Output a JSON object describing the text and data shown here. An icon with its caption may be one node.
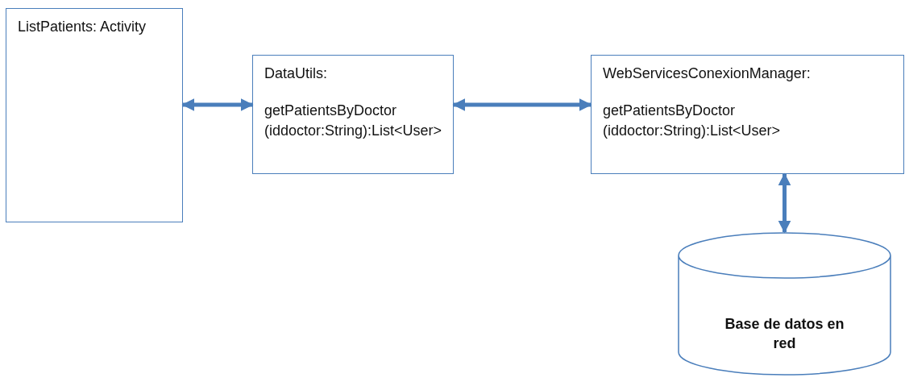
{
  "diagram": {
    "nodes": [
      {
        "text": [
          "ListPatients: Activity"
        ]
      },
      {
        "text": [
          "DataUtils:",
          "getPatientsByDoctor (iddoctor:String):List<User>"
        ]
      },
      {
        "text": [
          "WebServicesConexionManager:",
          "getPatientsByDoctor (iddoctor:String):List<User>"
        ]
      },
      {
        "text": [
          "Base de datos en red"
        ]
      }
    ],
    "edges": [
      {
        "from": 0,
        "to": 1,
        "arrow": "both"
      },
      {
        "from": 1,
        "to": 2,
        "arrow": "both"
      },
      {
        "from": 2,
        "to": 3,
        "arrow": "both"
      }
    ]
  }
}
